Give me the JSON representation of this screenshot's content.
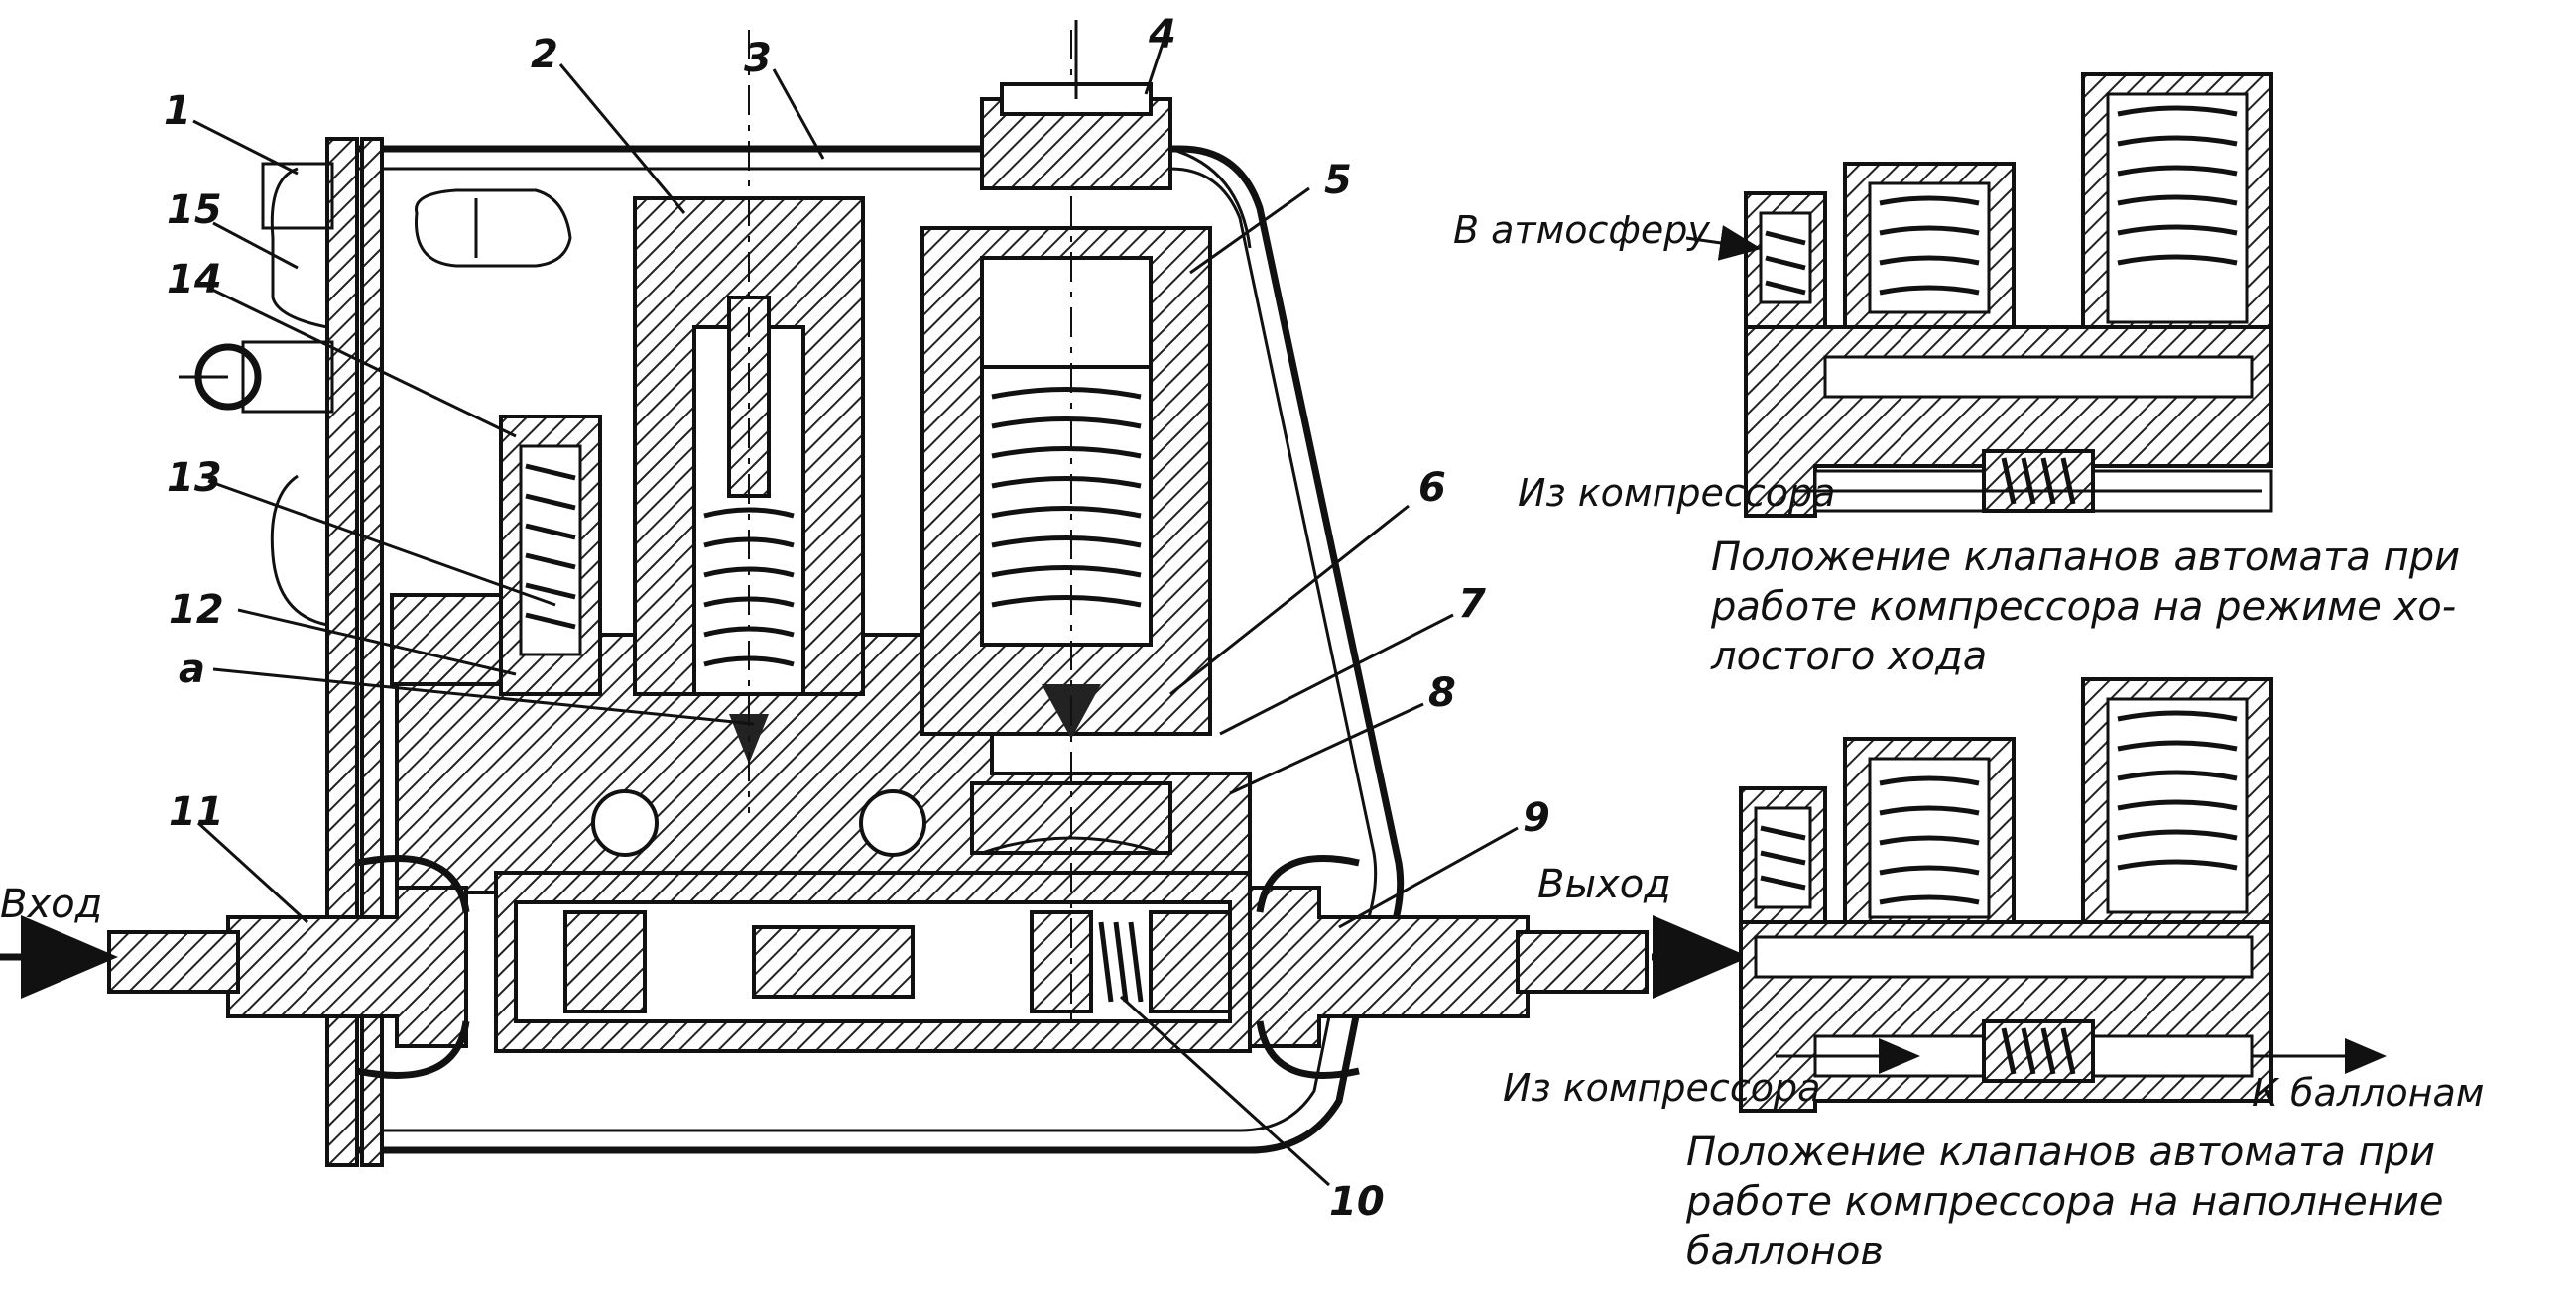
{
  "main_figure": {
    "callouts": [
      "1",
      "2",
      "3",
      "4",
      "5",
      "6",
      "7",
      "8",
      "9",
      "10",
      "11",
      "12",
      "13",
      "14",
      "15",
      "а"
    ],
    "inlet_label": "Вход",
    "outlet_label": "Выход"
  },
  "idle_figure": {
    "atmosphere_label": "В атмосферу",
    "from_compressor_label": "Из компрессора",
    "caption": [
      "Положение клапанов автомата при",
      "работе компрессора на режиме хо-",
      "лостого хода"
    ]
  },
  "fill_figure": {
    "from_compressor_label": "Из компрессора",
    "to_cylinders_label": "К баллонам",
    "caption": [
      "Положение клапанов автомата при",
      "работе компрессора на наполнение",
      "баллонов"
    ]
  }
}
